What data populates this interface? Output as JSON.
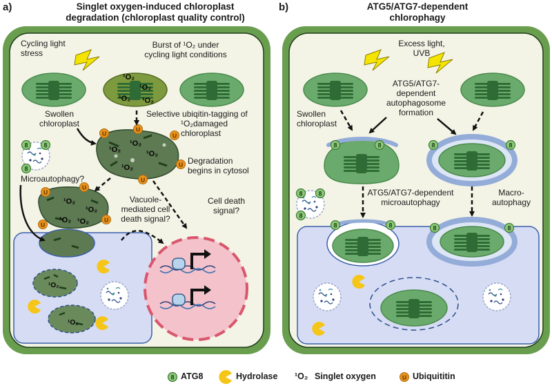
{
  "panel_a": {
    "label": "a)",
    "title_line1": "Singlet oxygen-induced chloroplast",
    "title_line2": "degradation (chloroplast quality control)",
    "cycling_light_stress": "Cycling light stress",
    "burst_line1": "Burst of ¹O₂ under",
    "burst_line2": "cycling light conditions",
    "swollen_chloroplast": "Swollen chloroplast",
    "selective_line1": "Selective ubiqitin-tagging of",
    "selective_line2": "¹O₂damaged",
    "selective_line3": "chloroplast",
    "microautophagy": "Microautophagy?",
    "degradation_line1": "Degradation",
    "degradation_line2": "begins in cytosol",
    "vacuole_line1": "Vacuole-",
    "vacuole_line2": "mediated cell",
    "vacuole_line3": "death signal?",
    "cell_death_line1": "Cell death",
    "cell_death_line2": "signal?",
    "o2_label": "¹O₂"
  },
  "panel_b": {
    "label": "b)",
    "title_line1": "ATG5/ATG7-dependent",
    "title_line2": "chlorophagy",
    "excess_line1": "Excess light,",
    "excess_line2": "UVB",
    "atg_formation_line1": "ATG5/ATG7-",
    "atg_formation_line2": "dependent",
    "atg_formation_line3": "autophagosome",
    "atg_formation_line4": "formation",
    "swollen_line1": "Swollen",
    "swollen_line2": "chloroplast",
    "micro_line1": "ATG5/ATG7-dependent",
    "micro_line2": "microautophagy",
    "macro_line1": "Macro-",
    "macro_line2": "autophagy"
  },
  "legend": {
    "atg8_symbol": "8",
    "atg8": "ATG8",
    "hydrolase": "Hydrolase",
    "singlet_symbol": "¹O₂",
    "singlet": "Singlet oxygen",
    "ubiquitin_symbol": "U",
    "ubiquitin": "Ubiquititin"
  },
  "colors": {
    "cell_wall": "#6a9e4f",
    "cytoplasm": "#f3f4e6",
    "vacuole": "#d6dcf4",
    "vacuole_border": "#3b5fa8",
    "chloroplast": "#6aaa6c",
    "chloroplast_damaged": "#5e7a52",
    "thylakoid": "#2f6c35",
    "atg8": "#8cc97a",
    "ubiquitin": "#e8941c",
    "hydrolase": "#f5c518",
    "autophagosome": "#93acd8",
    "nucleus": "#f3c2cb",
    "nucleus_border": "#d9566c",
    "lightning": "#f5e400"
  }
}
